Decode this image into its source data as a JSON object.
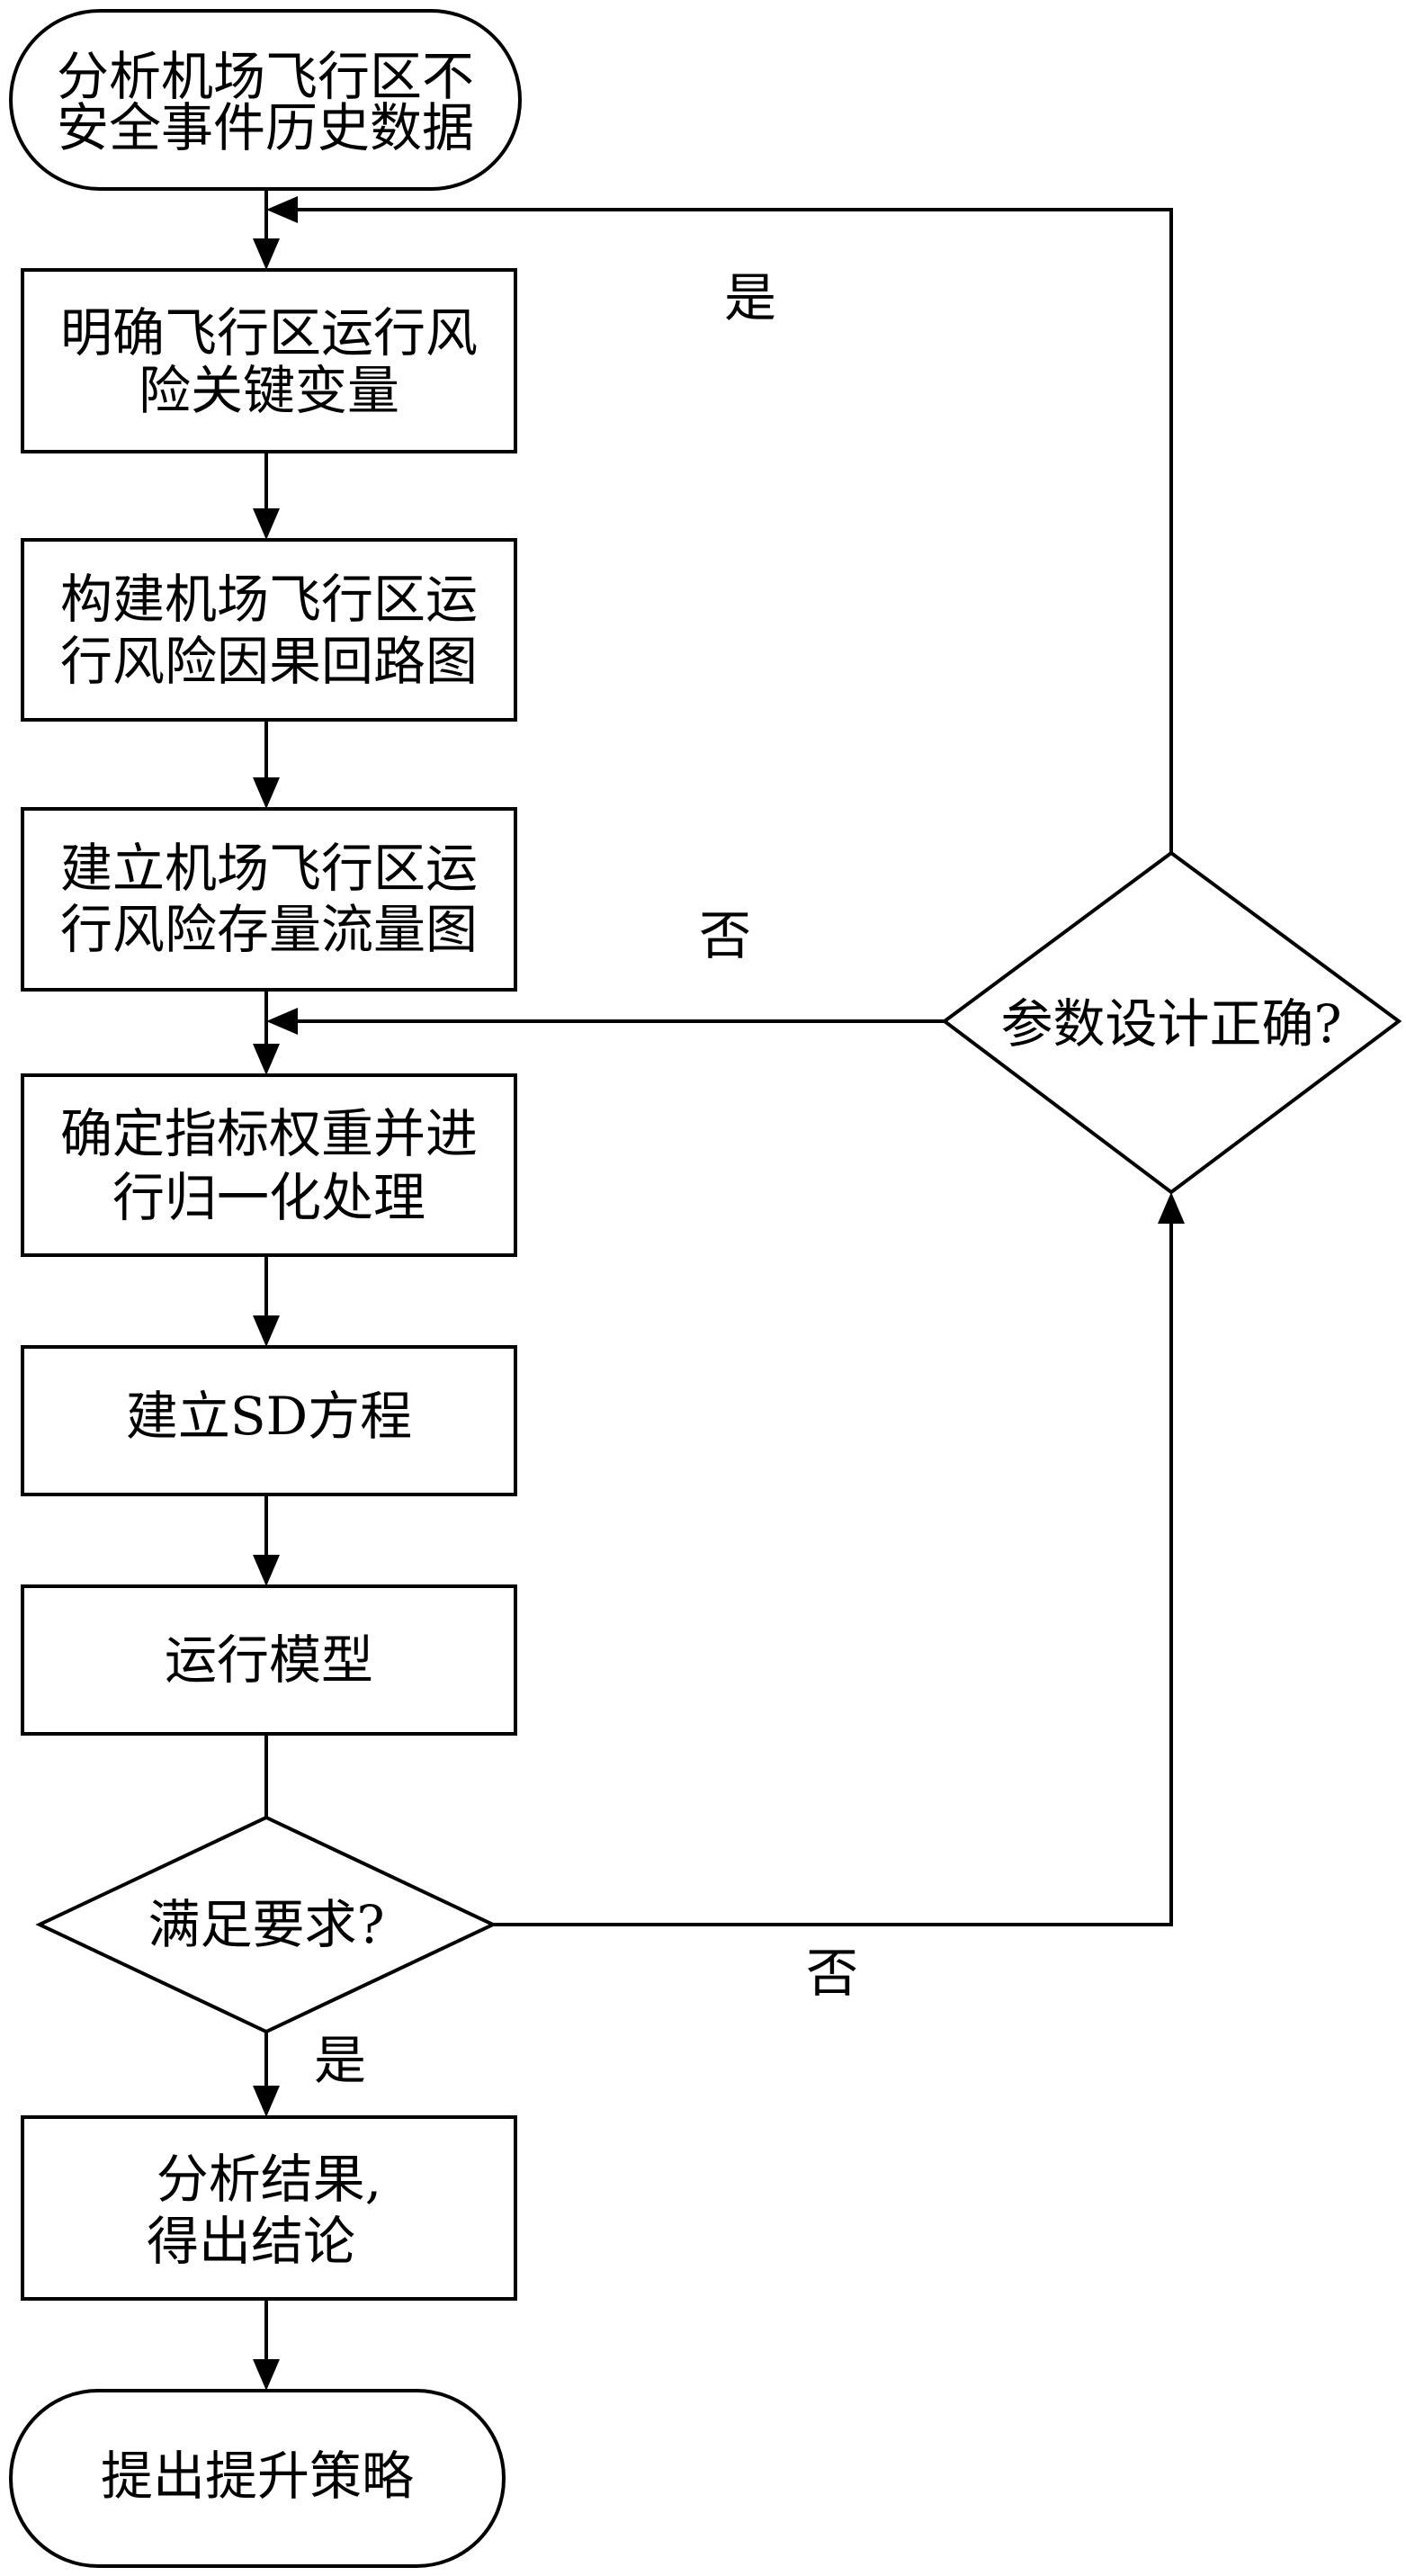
{
  "nodes": {
    "start": {
      "line1": "分析机场飞行区不",
      "line2": "安全事件历史数据"
    },
    "define_variables": {
      "line1": "明确飞行区运行风",
      "line2": "险关键变量"
    },
    "causal_loop": {
      "line1": "构建机场飞行区运",
      "line2": "行风险因果回路图"
    },
    "stock_flow": {
      "line1": "建立机场飞行区运",
      "line2": "行风险存量流量图"
    },
    "weights": {
      "line1": "确定指标权重并进",
      "line2": "行归一化处理"
    },
    "sd_equation": {
      "label": "建立SD方程"
    },
    "run_model": {
      "label": "运行模型"
    },
    "meets_requirement": {
      "label": "满足要求?"
    },
    "analyze_results": {
      "line1": "分析结果,",
      "line2": "得出结论"
    },
    "end": {
      "label": "提出提升策略"
    },
    "params_correct": {
      "label": "参数设计正确?"
    }
  },
  "edge_labels": {
    "requirement_yes": "是",
    "requirement_no": "否",
    "params_yes": "是",
    "params_no": "否"
  }
}
